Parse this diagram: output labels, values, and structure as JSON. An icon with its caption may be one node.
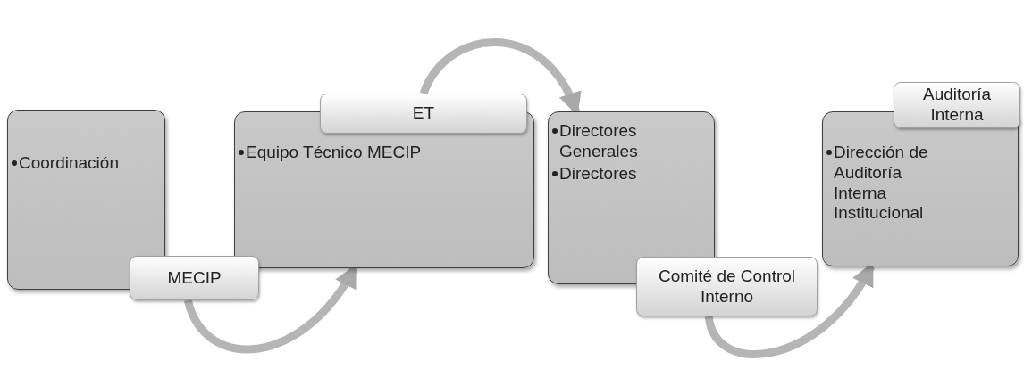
{
  "diagram": {
    "nodes": [
      {
        "text": [
          "Coordinación"
        ]
      },
      {
        "text": [
          "MECIP"
        ]
      },
      {
        "text": [
          "Equipo Técnico MECIP"
        ]
      },
      {
        "text": [
          "ET"
        ]
      },
      {
        "text": [
          "Directores Generales",
          "Directores"
        ]
      },
      {
        "text": [
          "Comité de Control Interno"
        ]
      },
      {
        "text": [
          "Dirección de Auditoría Interna Institucional"
        ]
      },
      {
        "text": [
          "Auditoría Interna"
        ]
      }
    ],
    "edges": [
      {
        "from": 1,
        "to": 2,
        "arrow": "to"
      },
      {
        "from": 3,
        "to": 4,
        "arrow": "to"
      },
      {
        "from": 5,
        "to": 6,
        "arrow": "to"
      }
    ]
  }
}
